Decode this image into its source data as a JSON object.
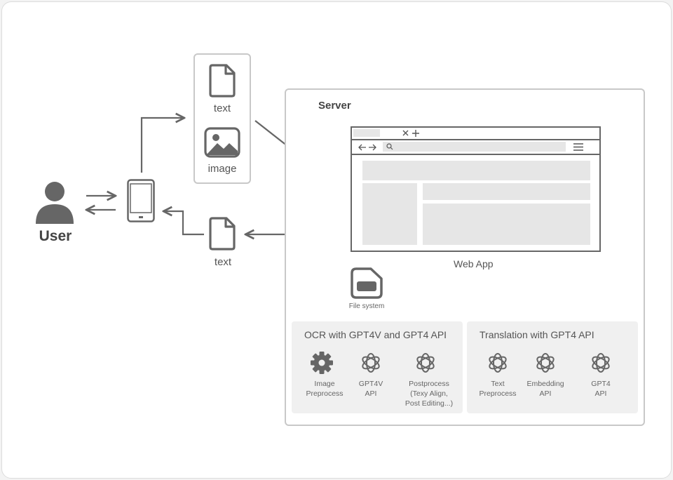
{
  "user": {
    "label": "User"
  },
  "upload_files": {
    "text_label": "text",
    "image_label": "image"
  },
  "returned_file": {
    "label": "text"
  },
  "server": {
    "title": "Server",
    "web_app_label": "Web App",
    "file_system_label": "File system",
    "ocr_pipeline": {
      "title": "OCR with GPT4V and GPT4 API",
      "steps": [
        {
          "lines": [
            "Image",
            "Preprocess"
          ],
          "icon": "gear-icon"
        },
        {
          "lines": [
            "GPT4V",
            "API"
          ],
          "icon": "openai-icon"
        },
        {
          "lines": [
            "Postprocess",
            "(Texy Align,",
            "Post Editing...)"
          ],
          "icon": "openai-icon"
        }
      ]
    },
    "translation_pipeline": {
      "title": "Translation with GPT4 API",
      "steps": [
        {
          "lines": [
            "Text",
            "Preprocess"
          ],
          "icon": "openai-icon"
        },
        {
          "lines": [
            "Embedding",
            "API"
          ],
          "icon": "openai-icon"
        },
        {
          "lines": [
            "GPT4",
            "API"
          ],
          "icon": "openai-icon"
        }
      ]
    }
  },
  "colors": {
    "stroke": "#666666",
    "panel": "#f0f0f0",
    "block": "#e6e6e6",
    "border": "#c8c8c8"
  }
}
